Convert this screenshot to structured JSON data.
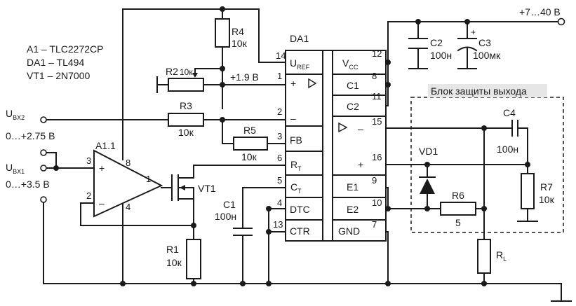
{
  "parts": {
    "a1_line": "A1 – TLC2272CP",
    "da1_line": "DA1 – TL494",
    "vt1_line": "VT1 – 2N7000"
  },
  "supply": "+7…40 В",
  "protection_title": "Блок защиты выхода",
  "ic": {
    "name": "DA1",
    "left_pins": [
      {
        "num": "14",
        "label": "U",
        "sub": "REF"
      },
      {
        "num": "1",
        "label": "+"
      },
      {
        "num": "2",
        "label": "–"
      },
      {
        "num": "3",
        "label": "FB"
      },
      {
        "num": "6",
        "label": "R",
        "sub": "T"
      },
      {
        "num": "5",
        "label": "C",
        "sub": "T"
      },
      {
        "num": "4",
        "label": "DTC"
      },
      {
        "num": "13",
        "label": "CTR"
      }
    ],
    "right_pins": [
      {
        "num": "12",
        "label": "V",
        "sub": "CC"
      },
      {
        "num": "8",
        "label": "C1"
      },
      {
        "num": "11",
        "label": "C2"
      },
      {
        "num": "15",
        "label": "–"
      },
      {
        "num": "16",
        "label": "+"
      },
      {
        "num": "9",
        "label": "E1"
      },
      {
        "num": "10",
        "label": "E2"
      },
      {
        "num": "7",
        "label": "GND"
      }
    ]
  },
  "components": {
    "r4": {
      "name": "R4",
      "value": "10к"
    },
    "r2": {
      "name": "R2",
      "value": "10к"
    },
    "r3": {
      "name": "R3",
      "value": "10к"
    },
    "r5": {
      "name": "R5",
      "value": "10к"
    },
    "r1": {
      "name": "R1",
      "value": "10к"
    },
    "r6": {
      "name": "R6",
      "value": "5"
    },
    "r7": {
      "name": "R7",
      "value": "10к"
    },
    "rl": {
      "name": "R",
      "sub": "L"
    },
    "c1": {
      "name": "C1",
      "value": "100н"
    },
    "c2": {
      "name": "C2",
      "value": "100н"
    },
    "c3": {
      "name": "C3",
      "value": "100мк"
    },
    "c4": {
      "name": "C4",
      "value": "100н"
    },
    "vd1": {
      "name": "VD1"
    },
    "vt1": {
      "name": "VT1"
    },
    "a11": {
      "name": "A1.1",
      "pin_in_plus": "3",
      "pin_in_minus": "2",
      "pin_out": "1",
      "pin_vcc": "8",
      "pin_gnd": "4"
    }
  },
  "voltages": {
    "ref": "+1.9 В"
  },
  "inputs": {
    "ubx2": {
      "label": "U",
      "sub": "BX2"
    },
    "ubx1": {
      "label": "U",
      "sub": "BX1"
    },
    "range1": "0…+2.75 В",
    "range2": "0…+3.5 В"
  }
}
